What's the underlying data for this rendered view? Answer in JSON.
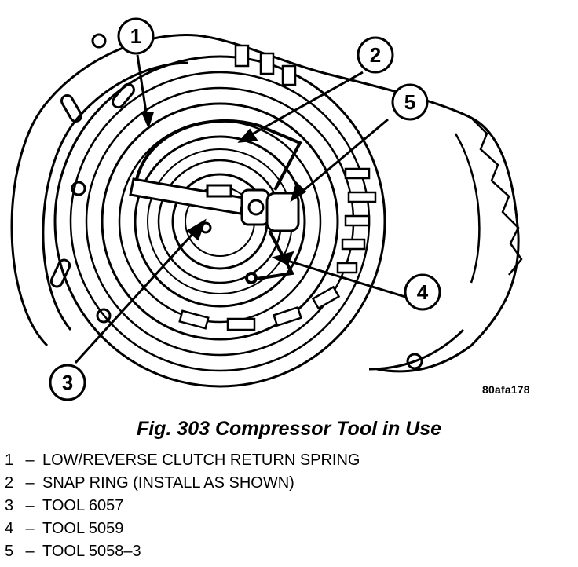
{
  "figure": {
    "reference_code": "80afa178",
    "callouts": [
      {
        "number": "1"
      },
      {
        "number": "2"
      },
      {
        "number": "3"
      },
      {
        "number": "4"
      },
      {
        "number": "5"
      }
    ]
  },
  "caption": "Fig. 303 Compressor Tool in Use",
  "legend": [
    {
      "number": "1",
      "separator": "–",
      "text": "LOW/REVERSE CLUTCH RETURN SPRING"
    },
    {
      "number": "2",
      "separator": "–",
      "text": "SNAP RING (INSTALL AS SHOWN)"
    },
    {
      "number": "3",
      "separator": "–",
      "text": "TOOL 6057"
    },
    {
      "number": "4",
      "separator": "–",
      "text": "TOOL 5059"
    },
    {
      "number": "5",
      "separator": "–",
      "text": "TOOL 5058–3"
    }
  ]
}
